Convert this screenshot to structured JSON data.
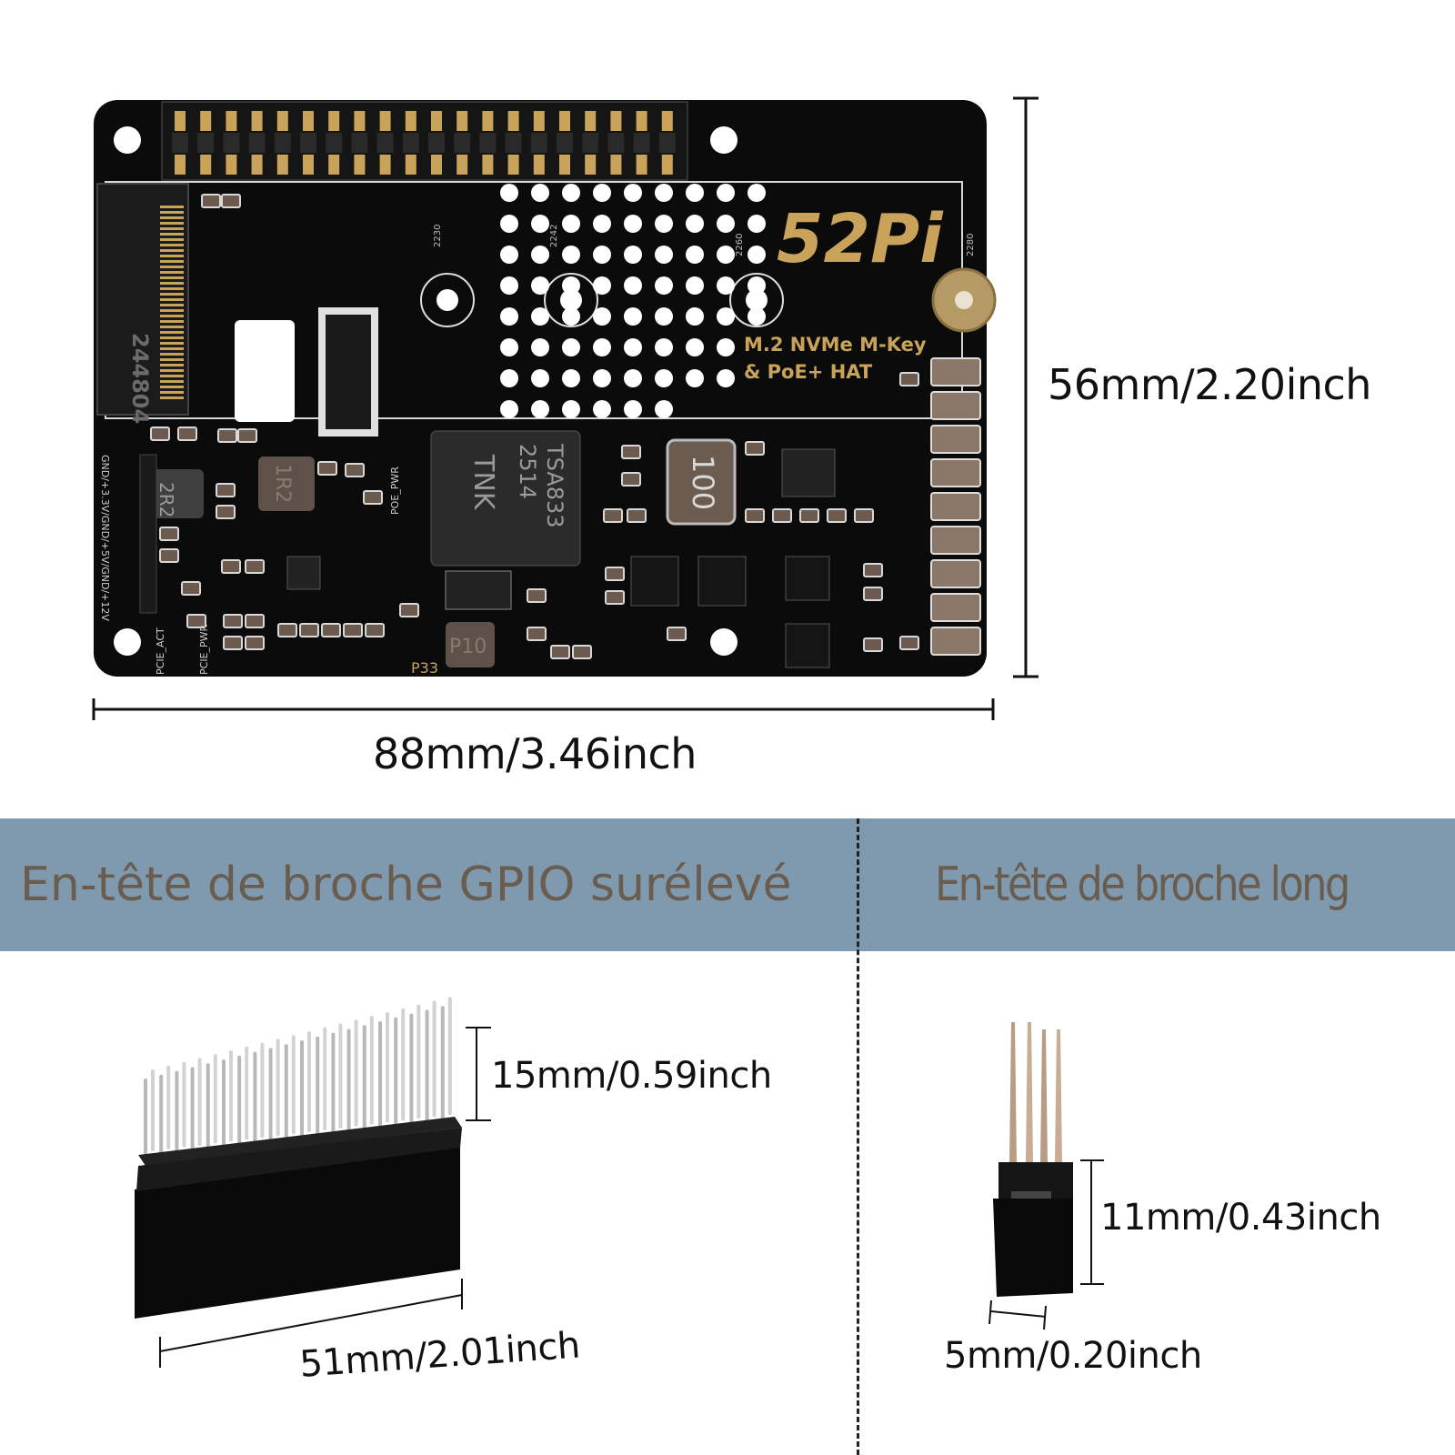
{
  "board": {
    "brand_logo": "52Pi",
    "product_line1": "M.2 NVMe M-Key",
    "product_line2": "& PoE+ HAT",
    "ssd_sizes": [
      "2230",
      "2242",
      "2260",
      "2280"
    ],
    "connector_code": "244804",
    "chip_marking_1": "TNK",
    "chip_marking_2": "2514",
    "chip_marking_3": "TSA833",
    "inductor_label_1": "2R2",
    "inductor_label_2": "1R2",
    "inductor_label_3": "100",
    "inductor_label_4": "P10",
    "pin_header_label": "GND/+3.3V/GND/+5V/GND/+12V",
    "led_label_poe": "POE_PWR",
    "led_label_pcie_act": "PCIE_ACT",
    "led_label_pcie_pwr": "PCIE_PWR",
    "test_point": "P33"
  },
  "dimensions": {
    "board_height": "56mm/2.20inch",
    "board_width": "88mm/3.46inch",
    "gpio_pin_height": "15mm/0.59inch",
    "gpio_length": "51mm/2.01inch",
    "long_pin_height": "11mm/0.43inch",
    "long_width": "5mm/0.20inch"
  },
  "sections": {
    "left_title": "En-tête de broche GPIO surélevé",
    "right_title": "En-tête de broche long"
  },
  "colors": {
    "board": "#0b0b0b",
    "gold": "#c9a35a",
    "banner": "#7f9aae",
    "banner_text": "#6a5d4f"
  }
}
